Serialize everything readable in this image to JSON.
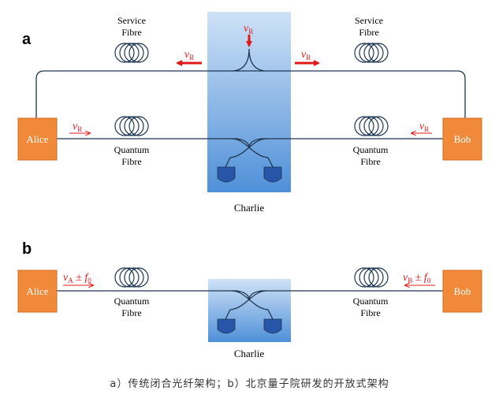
{
  "panel_a": {
    "label": "a",
    "service_fibre_left": [
      "Service",
      "Fibre"
    ],
    "service_fibre_right": [
      "Service",
      "Fibre"
    ],
    "quantum_fibre_left": [
      "Quantum",
      "Fibre"
    ],
    "quantum_fibre_right": [
      "Quantum",
      "Fibre"
    ],
    "alice": "Alice",
    "bob": "Bob",
    "charlie": "Charlie",
    "signal_symbol": "ν",
    "signal_sub": "R"
  },
  "panel_b": {
    "label": "b",
    "quantum_fibre_left": [
      "Quantum",
      "Fibre"
    ],
    "quantum_fibre_right": [
      "Quantum",
      "Fibre"
    ],
    "alice": "Alice",
    "bob": "Bob",
    "charlie": "Charlie",
    "alice_signal": {
      "symbol": "ν",
      "sub": "A",
      "op": " ± ",
      "freq": "f",
      "freq_sub": "0"
    },
    "bob_signal": {
      "symbol": "ν",
      "sub": "B",
      "op": " ± ",
      "freq": "f",
      "freq_sub": "0"
    }
  },
  "caption": "a）传统闭合光纤架构；b）北京量子院研发的开放式架构",
  "colors": {
    "node": "#f08a3a",
    "node_border": "#d9691c",
    "fibre": "#1d3550",
    "arrow": "#e01818",
    "charlie_top": "#cfe2f7",
    "charlie_bottom": "#4f90d8",
    "detector": "#2756a8"
  }
}
